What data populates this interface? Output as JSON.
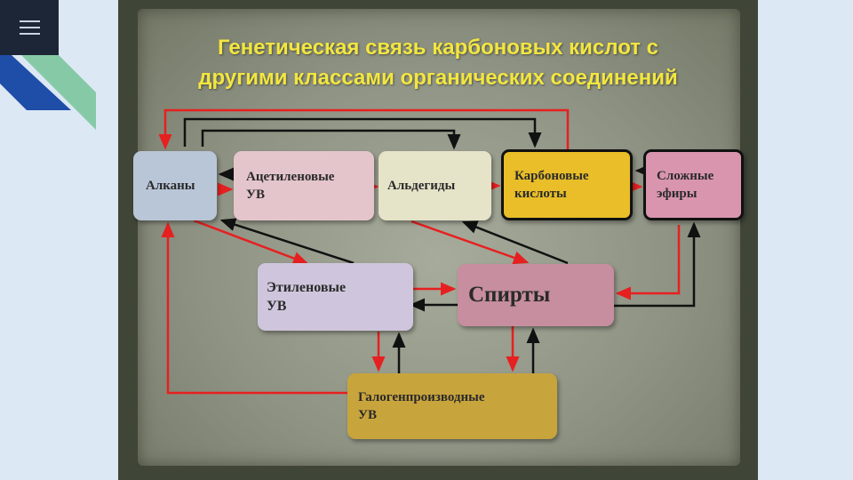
{
  "menu": {
    "icon": "hamburger-menu-icon"
  },
  "colors": {
    "title": "#f2e640",
    "arrow_red": "#e62020",
    "arrow_black": "#111111",
    "board": "#9a9e8e"
  },
  "slide": {
    "title_line1": "Генетическая связь карбоновых кислот с",
    "title_line2": "другими классами органических соединений"
  },
  "nodes": {
    "alkany": [
      "Алканы"
    ],
    "acetylene": [
      "Ацетиленовые",
      "УВ"
    ],
    "aldehydes": [
      "Альдегиды"
    ],
    "carboxylic": [
      "Карбоновые",
      "кислоты"
    ],
    "esters": [
      "Сложные",
      "эфиры"
    ],
    "ethylene": [
      "Этиленовые",
      "УВ"
    ],
    "alcohols": [
      "Спирты"
    ],
    "halogen": [
      "Галогенпроизводные",
      "УВ"
    ]
  }
}
